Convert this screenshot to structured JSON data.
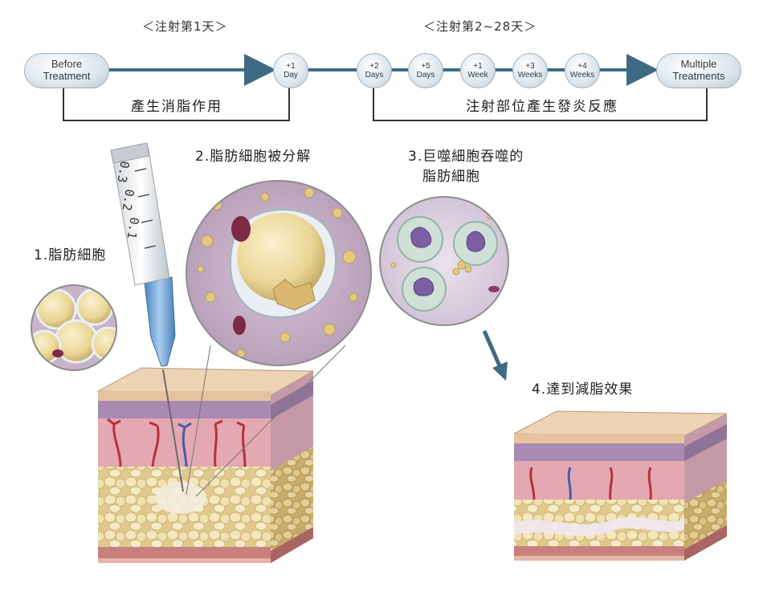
{
  "timeline": {
    "heading_day1": "＜注射第1天＞",
    "heading_days": "＜注射第2~28天＞",
    "nodes": [
      {
        "label": "Before\nTreatment"
      },
      {
        "label": "+1\nDay"
      },
      {
        "label": "+2\nDays"
      },
      {
        "label": "+5\nDays"
      },
      {
        "label": "+1\nWeek"
      },
      {
        "label": "+3\nWeeks"
      },
      {
        "label": "+4\nWeeks"
      },
      {
        "label": "Multiple\nTreatments"
      }
    ],
    "bracket1_label": "產生消脂作用",
    "bracket2_label": "注射部位產生發炎反應"
  },
  "steps": {
    "step1": "1.脂肪細胞",
    "step2": "2.脂肪細胞被分解",
    "step3_line1": "3.巨噬細胞吞噬的",
    "step3_line2": "脂肪細胞",
    "step4": "4.達到減脂效果"
  },
  "syringe": {
    "marks": [
      "0.3",
      "0.2",
      "0.1"
    ]
  },
  "colors": {
    "timeline_line": "#3f6a85",
    "fat": "#ecd9a0",
    "skin_top": "#e8c9a8",
    "dermis": "#e3a2ad",
    "epidermis_purple": "#a88bb1",
    "muscle": "#c9837f",
    "needle_hub": "#79a9d6"
  },
  "icons": [
    "down-right-arrow-icon",
    "syringe-icon"
  ]
}
